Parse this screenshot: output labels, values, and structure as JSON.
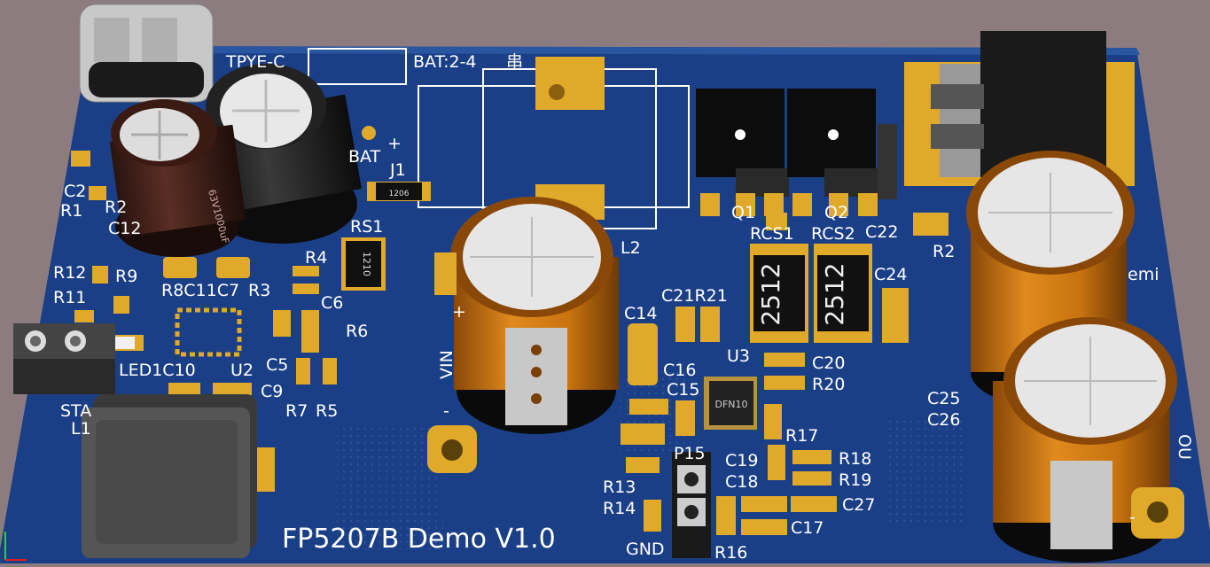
{
  "board": {
    "title": "FP5207B Demo V1.0",
    "colors": {
      "pcb": "#1b3f86",
      "copper": "#e0a92a",
      "silk": "#ffffff",
      "cap_orange": "#c8730f",
      "background": "#8c7c80"
    }
  },
  "silkscreen": {
    "type_c": "TPYE-C",
    "bat_range": "BAT:2-4",
    "bat_range_glyph": "串",
    "bat": "BAT",
    "plus": "+",
    "minus": "-",
    "vin": "VIN",
    "j1": "J1",
    "l2": "L2",
    "q1": "Q1",
    "q2": "Q2",
    "rcs1": "RCS1",
    "rcs2": "RCS2",
    "c22": "C22",
    "c24": "C24",
    "r2x": "R2",
    "c2": "C2",
    "r1": "R1",
    "r2": "R2",
    "c12": "C12",
    "rs1": "RS1",
    "r4": "R4",
    "r3": "R3",
    "c6": "C6",
    "r6": "R6",
    "r12": "R12",
    "r9": "R9",
    "r11": "R11",
    "r8c11c7": "R8C11C7",
    "led1c10": "LED1C10",
    "u2": "U2",
    "c5": "C5",
    "c9": "C9",
    "r7": "R7",
    "r5": "R5",
    "sta": "STA",
    "l1": "L1",
    "c21r21": "C21R21",
    "c14": "C14",
    "c16": "C16",
    "c15": "C15",
    "u3": "U3",
    "c20": "C20",
    "r20": "R20",
    "r17": "R17",
    "r18": "R18",
    "r19": "R19",
    "c19": "C19",
    "c18": "C18",
    "c27": "C27",
    "c17": "C17",
    "p15": "P15",
    "r13": "R13",
    "r14": "R14",
    "gnd": "GND",
    "r16": "R16",
    "c25": "C25",
    "c26": "C26",
    "emi": "emi",
    "out": "OU"
  },
  "component_markings": {
    "rs1_value": "1210",
    "j1_value": "1206",
    "rcs1_value": "2512",
    "rcs2_value": "2512",
    "u3_marking": "DFN10",
    "c12_print": "63V1000uF"
  }
}
